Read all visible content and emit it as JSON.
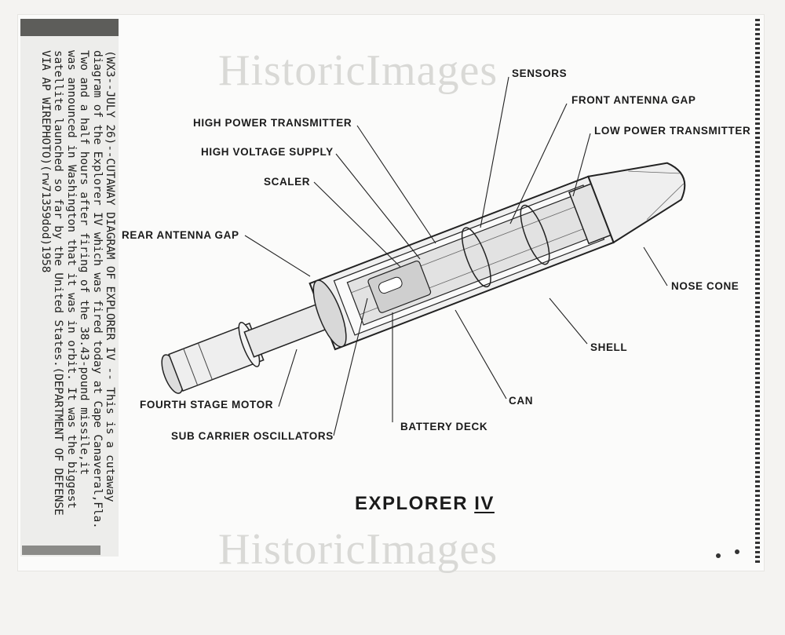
{
  "watermark": "HistoricImages",
  "caption": "(WX3--JULY 26)--CUTAWAY DIAGRAM OF EXPLORER IV -- This is a cutaway\ndiagram of the Explorer IV which was fired today at Cape Canaveral,Fla.\nTwo and a half hours after firing of the 38.43-pound missile,it\nwas announced in Washington that it was in orbit. It was the biggest\nsatellite launched so far by the United States.(DEPARTMENT OF DEFENSE\nVIA AP WIREPHOTO)(rw71359dod)1958",
  "title": {
    "main": "EXPLORER",
    "numeral": "IV"
  },
  "labels": {
    "sensors": "SENSORS",
    "front_antenna_gap": "FRONT ANTENNA GAP",
    "high_power_transmitter": "HIGH POWER TRANSMITTER",
    "low_power_transmitter": "LOW POWER TRANSMITTER",
    "high_voltage_supply": "HIGH VOLTAGE SUPPLY",
    "scaler": "SCALER",
    "rear_antenna_gap": "REAR ANTENNA GAP",
    "nose_cone": "NOSE CONE",
    "shell": "SHELL",
    "can": "CAN",
    "fourth_stage_motor": "FOURTH STAGE MOTOR",
    "battery_deck": "BATTERY DECK",
    "sub_carrier_oscillators": "SUB CARRIER OSCILLATORS"
  }
}
